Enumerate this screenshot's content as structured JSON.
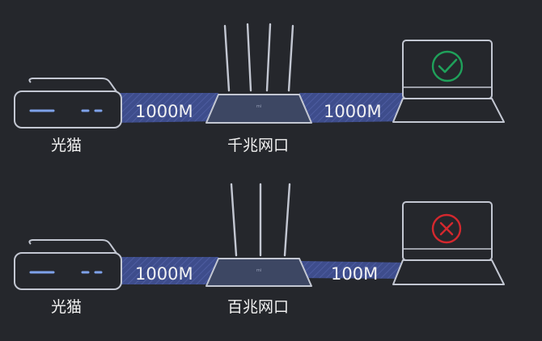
{
  "colors": {
    "background": "#25272c",
    "device_outline": "#c3c7d2",
    "device_fill": "#25272c",
    "led": "#7ea2ea",
    "link_fill": "#3e4d8c",
    "router_fill": "#3d4763",
    "ok": "#1fa05a",
    "fail": "#d4282e",
    "text": "#f2f2f2"
  },
  "rows": [
    {
      "modem_label": "光猫",
      "uplink_speed": "1000M",
      "router_label": "千兆网口",
      "downlink_speed": "1000M",
      "status": "ok",
      "status_icon": "checkmark-icon"
    },
    {
      "modem_label": "光猫",
      "uplink_speed": "1000M",
      "router_label": "百兆网口",
      "downlink_speed": "100M",
      "status": "fail",
      "status_icon": "cross-icon"
    }
  ]
}
